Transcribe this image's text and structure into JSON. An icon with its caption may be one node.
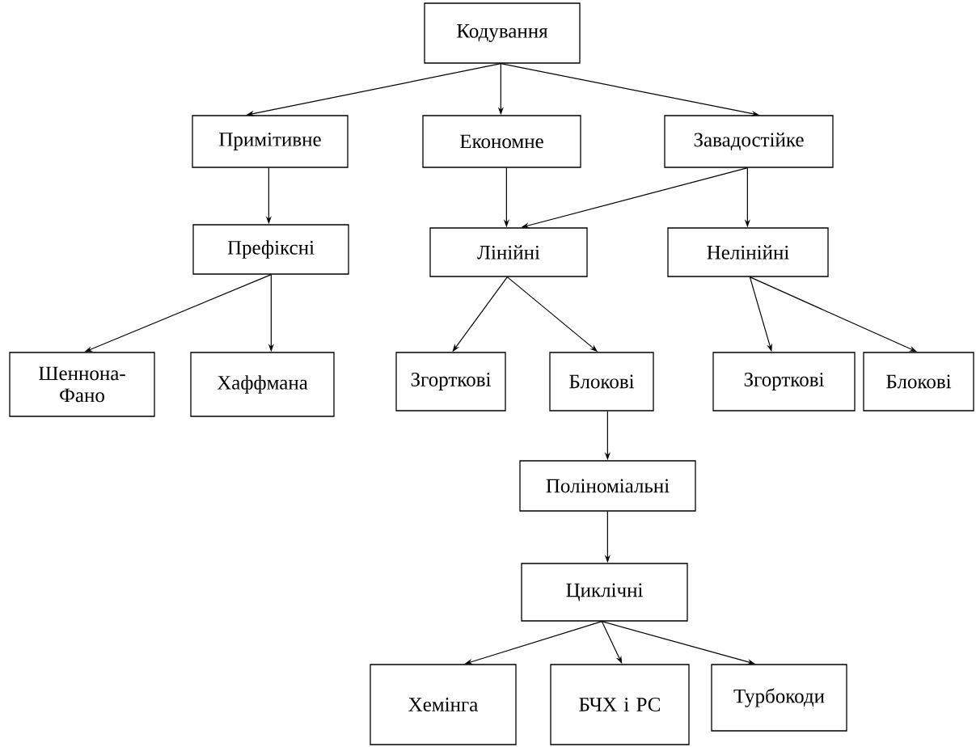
{
  "diagram": {
    "nodes": [
      {
        "text": [
          "Кодування"
        ]
      },
      {
        "text": [
          "Примітивне"
        ]
      },
      {
        "text": [
          "Економне"
        ]
      },
      {
        "text": [
          "Завадостійке"
        ]
      },
      {
        "text": [
          "Префіксні"
        ]
      },
      {
        "text": [
          "Лінійні"
        ]
      },
      {
        "text": [
          "Нелінійні"
        ]
      },
      {
        "text": [
          "Шеннона-Фано"
        ]
      },
      {
        "text": [
          "Хаффмана"
        ]
      },
      {
        "text": [
          "Згорткові"
        ]
      },
      {
        "text": [
          "Блокові"
        ]
      },
      {
        "text": [
          "Згорткові"
        ]
      },
      {
        "text": [
          "Блокові"
        ]
      },
      {
        "text": [
          "Поліноміальні"
        ]
      },
      {
        "text": [
          "Циклічні"
        ]
      },
      {
        "text": [
          "Хемінга"
        ]
      },
      {
        "text": [
          "БЧХ і РС"
        ]
      },
      {
        "text": [
          "Турбокоди"
        ]
      }
    ],
    "edges": [
      {
        "from": 0,
        "to": 1,
        "arrow": "to"
      },
      {
        "from": 0,
        "to": 2,
        "arrow": "to"
      },
      {
        "from": 0,
        "to": 3,
        "arrow": "to"
      },
      {
        "from": 1,
        "to": 4,
        "arrow": "to"
      },
      {
        "from": 2,
        "to": 5,
        "arrow": "to"
      },
      {
        "from": 3,
        "to": 5,
        "arrow": "to"
      },
      {
        "from": 3,
        "to": 6,
        "arrow": "to"
      },
      {
        "from": 4,
        "to": 7,
        "arrow": "to"
      },
      {
        "from": 4,
        "to": 8,
        "arrow": "to"
      },
      {
        "from": 5,
        "to": 9,
        "arrow": "to"
      },
      {
        "from": 5,
        "to": 10,
        "arrow": "to"
      },
      {
        "from": 6,
        "to": 11,
        "arrow": "to"
      },
      {
        "from": 6,
        "to": 12,
        "arrow": "to"
      },
      {
        "from": 10,
        "to": 13,
        "arrow": "to"
      },
      {
        "from": 13,
        "to": 14,
        "arrow": "to"
      },
      {
        "from": 14,
        "to": 15,
        "arrow": "to"
      },
      {
        "from": 14,
        "to": 16,
        "arrow": "to"
      },
      {
        "from": 14,
        "to": 17,
        "arrow": "to"
      }
    ]
  }
}
